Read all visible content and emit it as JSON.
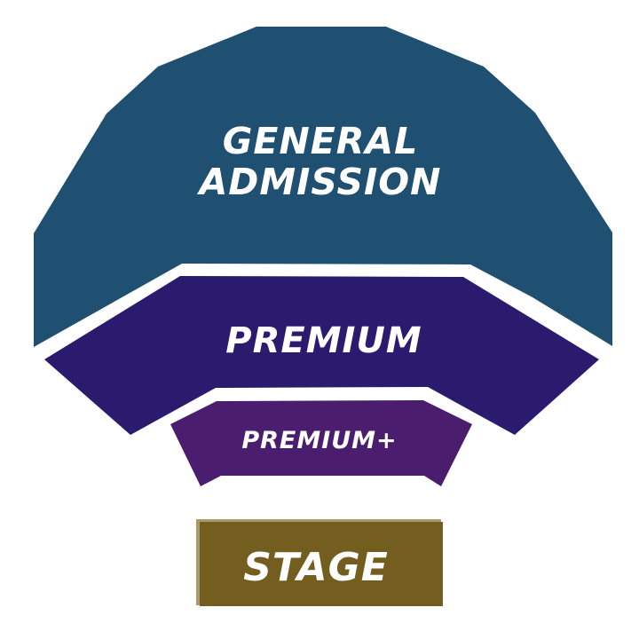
{
  "sections": {
    "general_admission": {
      "label_line1": "GENERAL",
      "label_line2": "ADMISSION",
      "color": "#1f5071"
    },
    "premium": {
      "label": "PREMIUM",
      "color": "#2a1b6e"
    },
    "premium_plus": {
      "label": "PREMIUM+",
      "color": "#4a1d6e"
    },
    "stage": {
      "label": "STAGE",
      "color": "#735e1f",
      "edge_color": "#a99a6a"
    }
  }
}
